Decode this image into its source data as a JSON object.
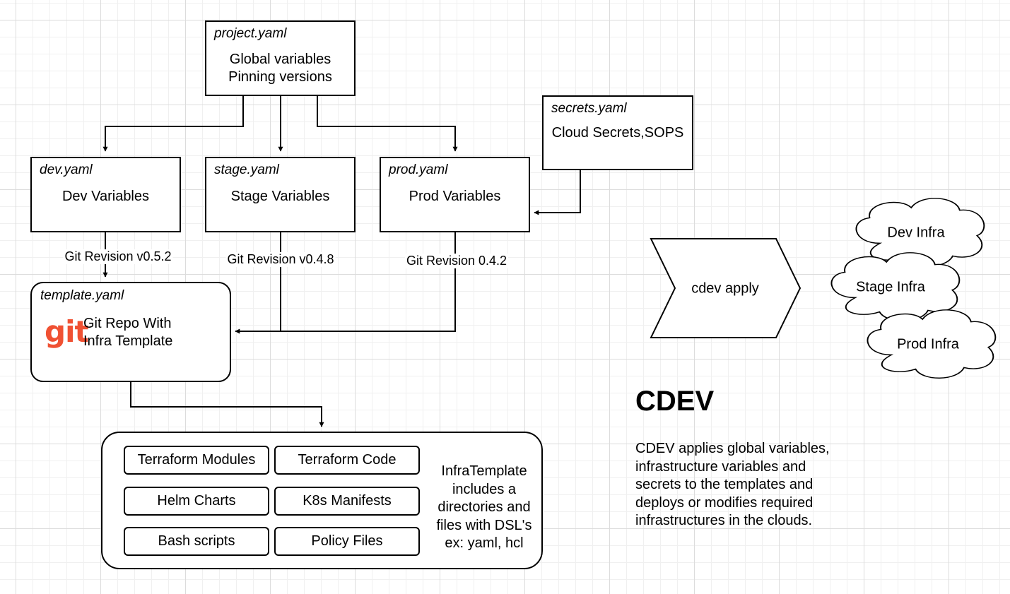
{
  "project": {
    "filename": "project.yaml",
    "lines": [
      "Global variables",
      "Pinning versions"
    ]
  },
  "secrets": {
    "filename": "secrets.yaml",
    "lines": [
      "Cloud Secrets,SOPS"
    ]
  },
  "environments": [
    {
      "filename": "dev.yaml",
      "label": "Dev Variables",
      "revision": "Git Revision v0.5.2"
    },
    {
      "filename": "stage.yaml",
      "label": "Stage Variables",
      "revision": "Git Revision v0.4.8"
    },
    {
      "filename": "prod.yaml",
      "label": "Prod Variables",
      "revision": "Git Revision 0.4.2"
    }
  ],
  "template": {
    "filename": "template.yaml",
    "logo_text": "git",
    "lines": [
      "Git Repo With",
      "Infra Template"
    ]
  },
  "infra_template": {
    "items": [
      "Terraform Modules",
      "Terraform Code",
      "Helm Charts",
      "K8s Manifests",
      "Bash scripts",
      "Policy Files"
    ],
    "description_lines": [
      "InfraTemplate",
      "includes a",
      "directories and",
      "files with DSL's",
      "ex: yaml, hcl"
    ]
  },
  "apply": {
    "label": "cdev apply"
  },
  "clouds": [
    "Dev Infra",
    "Stage Infra",
    "Prod Infra"
  ],
  "cdev": {
    "title": "CDEV",
    "description_lines": [
      "CDEV applies global variables,",
      "infrastructure variables and",
      "secrets to the templates and",
      "deploys or modifies required",
      "infrastructures in the clouds."
    ]
  },
  "colors": {
    "stroke": "#000000",
    "background": "#ffffff",
    "grid": "#dcdcdc",
    "git_logo": "#f05133"
  }
}
